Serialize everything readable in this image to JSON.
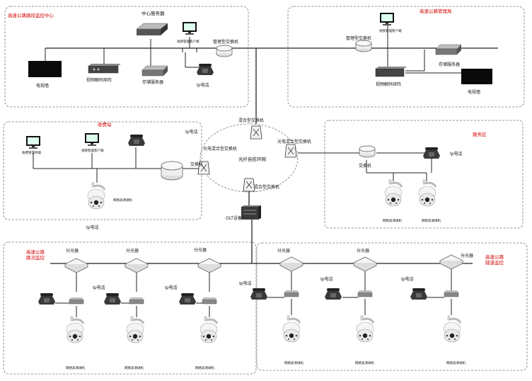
{
  "zones": {
    "monitor_center": "高速公路路段监控中心",
    "management_bureau": "高速公路管理局",
    "toll_station": "收费站",
    "service_area": "服务区",
    "tunnel_monitor": "高速公路\n路况监控",
    "tunnel_monitor_r": "高速公路\n隧道监控"
  },
  "labels": {
    "central_server": "中心服务器",
    "video_mgmt_client": "视频管理客户端",
    "managed_switch": "管理型交换机",
    "video_wall": "电视墙",
    "video_decoder_matrix": "视频解码矩阵",
    "storage_server": "存储服务器",
    "ip_phone": "Ip电话",
    "hybrid_switch": "混合型交换机",
    "optical_hybrid_switch": "光电混合型交换机",
    "self_healing_ring": "光纤自愈环网",
    "switch": "交换机",
    "olt": "OLT设备",
    "splitter": "分光器",
    "speed_dome": "网络高清球机",
    "toll_mgmt": "收费管理终端",
    "video_client": "视频管理客户端"
  }
}
